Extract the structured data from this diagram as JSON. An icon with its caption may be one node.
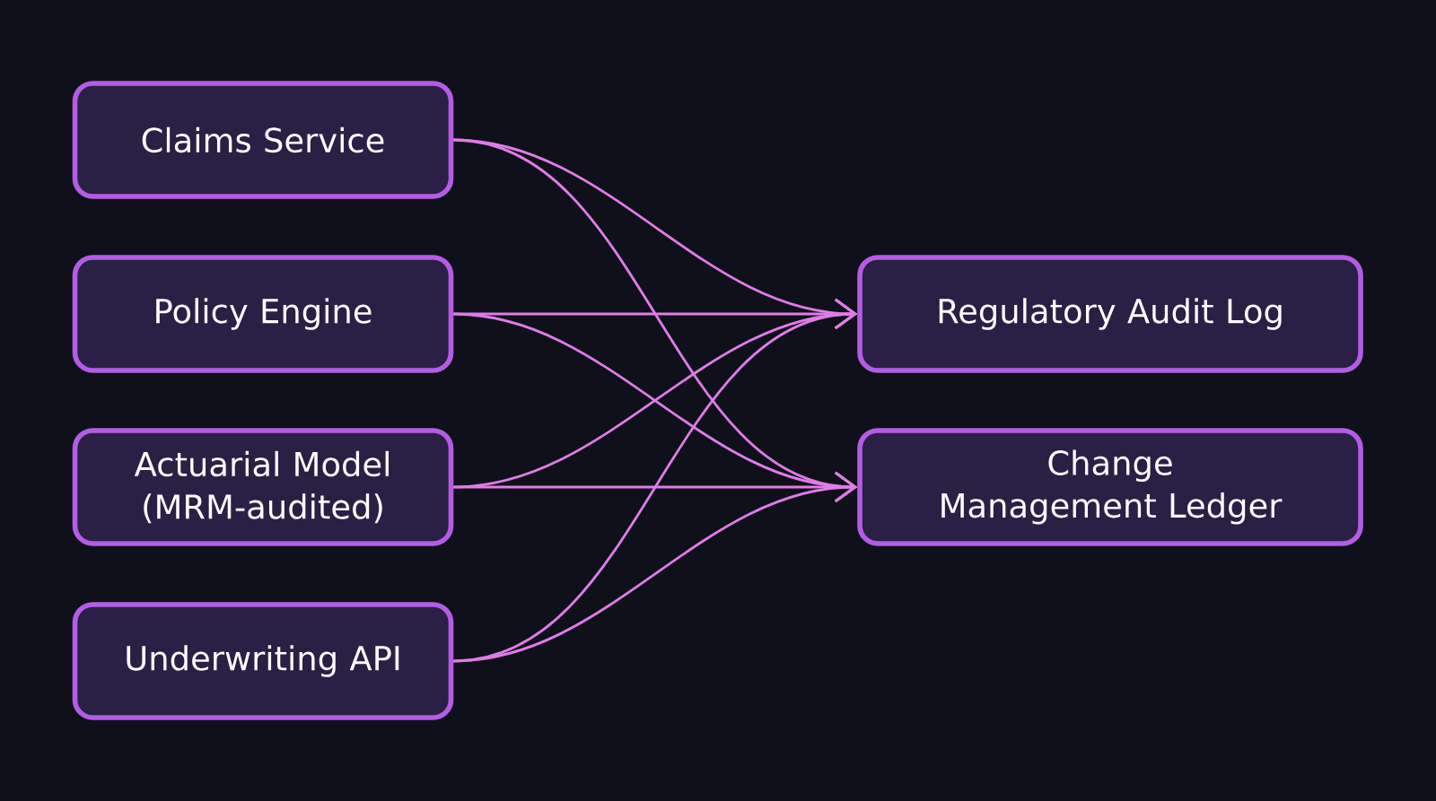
{
  "diagram": {
    "nodes": [
      {
        "text": [
          "Claims Service"
        ]
      },
      {
        "text": [
          "Policy Engine"
        ]
      },
      {
        "text": [
          "Actuarial Model (MRM-audited)"
        ]
      },
      {
        "text": [
          "Underwriting API"
        ]
      },
      {
        "text": [
          "Regulatory Audit Log"
        ]
      },
      {
        "text": [
          "Change Management Ledger"
        ]
      }
    ],
    "edges": [
      {
        "from": 0,
        "to": 4,
        "arrow": "to"
      },
      {
        "from": 0,
        "to": 5,
        "arrow": "to"
      },
      {
        "from": 1,
        "to": 4,
        "arrow": "to"
      },
      {
        "from": 1,
        "to": 5,
        "arrow": "to"
      },
      {
        "from": 2,
        "to": 4,
        "arrow": "to"
      },
      {
        "from": 2,
        "to": 5,
        "arrow": "to"
      },
      {
        "from": 3,
        "to": 4,
        "arrow": "to"
      },
      {
        "from": 3,
        "to": 5,
        "arrow": "to"
      }
    ]
  }
}
